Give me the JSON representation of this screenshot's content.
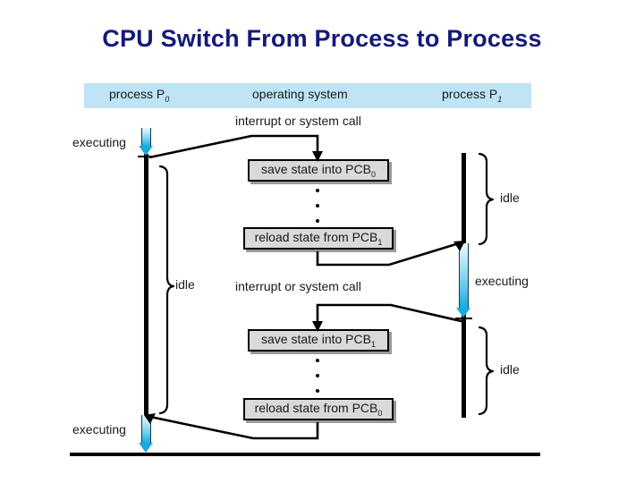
{
  "slide": {
    "title": "CPU Switch From Process to Process"
  },
  "diagram": {
    "header": {
      "process_left": "process P",
      "process_left_sub": "0",
      "operating_system": "operating system",
      "process_right": "process P",
      "process_right_sub": "1"
    },
    "events": [
      {
        "label": "interrupt or system call"
      },
      {
        "label": "interrupt or system call"
      }
    ],
    "boxes": [
      {
        "text": "save state into PCB",
        "sub": "0"
      },
      {
        "text": "reload state from PCB",
        "sub": "1"
      },
      {
        "text": "save state into PCB",
        "sub": "1"
      },
      {
        "text": "reload state from PCB",
        "sub": "0"
      }
    ],
    "states": {
      "executing_top_left": "executing",
      "idle_left": "idle",
      "executing_bottom_left": "executing",
      "idle_right_top": "idle",
      "executing_right": "executing",
      "idle_right_bottom": "idle"
    },
    "colors": {
      "title": "#151a7a",
      "band": "#bfe4f5",
      "box_fill": "#d9d9d9",
      "arrow": "#19a9de",
      "line": "#000000"
    }
  }
}
